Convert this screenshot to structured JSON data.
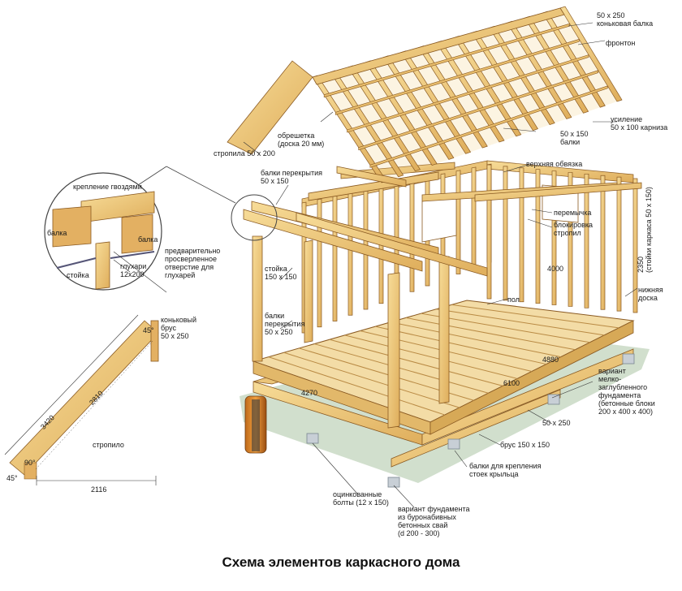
{
  "caption": "Схема элементов каркасного дома",
  "labels": {
    "ridge_beam": "50 x 250\nконьковая балка",
    "gable": "фронтон",
    "reinforcement": "усиление\n50 x 100 карниза",
    "beams_50x150": "50 x 150\nбалки",
    "lathing": "обрешетка\n(доска 20 мм)",
    "rafters": "стропила 50 x 200",
    "ceiling_beams": "балки перекрытия\n50 x 150",
    "top_plate": "верхняя обвязка",
    "lintel": "перемычка",
    "blocking": "блокировка\nстропил",
    "post_150": "стойка\n150 x 150",
    "floor_beams": "балки\nперекрытия\n50 x 250",
    "floor": "пол",
    "bottom_board": "нижняя\nдоска",
    "frame_posts": "2350\n(стойки каркаса 50 x 150)",
    "dim_4000": "4000",
    "dim_4880": "4880",
    "dim_6100": "6100",
    "dim_4270": "4270",
    "foundation_blocks": "вариант\nмелко-\nзаглубленного\nфундамента\n(бетонные блоки\n200 x 400 x 400)",
    "beam_50x250": "50 x 250",
    "timber_150": "брус 150 x 150",
    "porch_beams": "балки для крепления\nстоек крыльца",
    "bolts": "оцинкованные\nболты (12 x 150)",
    "pile_foundation": "вариант фундамента\nиз буронабивных\nбетонных свай\n(d 200 - 300)",
    "nail_fixing": "крепление гвоздями",
    "detail_beam_left": "балка",
    "detail_beam_right": "балка",
    "detail_post": "стойка",
    "lag_screws": "глухари\n12x200",
    "predrilled": "предварительно\nпросверленное\nотверстие для\nглухарей",
    "ridge_timber": "коньковый\nбрус\n50 x 250",
    "rafter": "стропило",
    "dim_3420": "3420",
    "dim_2810": "2810",
    "dim_2116": "2116",
    "angle_45_top": "45°",
    "angle_90": "90°",
    "angle_45_bottom": "45°"
  },
  "colors": {
    "wood_light": "#f4d48a",
    "wood_mid": "#e6b866",
    "wood_dark": "#c9944a",
    "wood_edge": "#8a5a22",
    "ground": "#c9d9c4",
    "concrete": "#c8cfd6",
    "leader": "#333333"
  }
}
